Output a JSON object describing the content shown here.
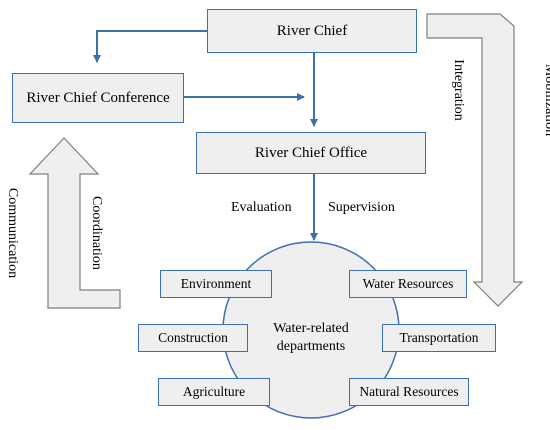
{
  "diagram": {
    "nodes": {
      "river_chief": "River Chief",
      "conference": "River Chief Conference",
      "office": "River Chief Office",
      "hub_line1": "Water-related",
      "hub_line2": "departments"
    },
    "departments": {
      "environment": "Environment",
      "water_resources": "Water Resources",
      "construction": "Construction",
      "transportation": "Transportation",
      "agriculture": "Agriculture",
      "natural_resources": "Natural Resources"
    },
    "edge_labels": {
      "evaluation": "Evaluation",
      "supervision": "Supervision",
      "integration": "Integration",
      "mobilization": "Mobilization",
      "coordination": "Coordination",
      "communication": "Communication"
    },
    "colors": {
      "connector": "#3e6fb1",
      "box_fill": "#efefef",
      "arrow_fill": "#efefef",
      "arrow_stroke": "#7f7f7f"
    }
  }
}
